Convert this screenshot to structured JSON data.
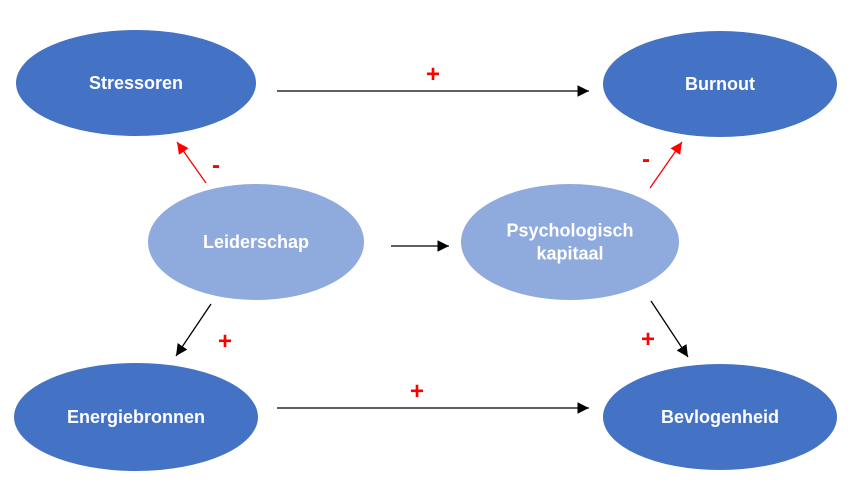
{
  "colors": {
    "dark_node": "#4472c4",
    "light_node": "#8faadc",
    "node_text": "#ffffff",
    "positive_arrow": "#000000",
    "negative_arrow": "#ff0000",
    "sign_text": "#ff0000"
  },
  "nodes": {
    "stressoren": {
      "label_lines": [
        "Stressoren"
      ]
    },
    "burnout": {
      "label_lines": [
        "Burnout"
      ]
    },
    "leiderschap": {
      "label_lines": [
        "Leiderschap"
      ]
    },
    "psychologisch_kapitaal": {
      "label_lines": [
        "Psychologisch",
        "kapitaal"
      ]
    },
    "energiebronnen": {
      "label_lines": [
        "Energiebronnen"
      ]
    },
    "bevlogenheid": {
      "label_lines": [
        "Bevlogenheid"
      ]
    }
  },
  "relations": [
    {
      "id": "stressoren-burnout",
      "from": "stressoren",
      "to": "burnout",
      "sign": "+"
    },
    {
      "id": "leiderschap-stressoren",
      "from": "leiderschap",
      "to": "stressoren",
      "sign": "-"
    },
    {
      "id": "leiderschap-psychologisch_kapitaal",
      "from": "leiderschap",
      "to": "psychologisch_kapitaal",
      "sign": ""
    },
    {
      "id": "psychologisch_kapitaal-burnout",
      "from": "psychologisch_kapitaal",
      "to": "burnout",
      "sign": "-"
    },
    {
      "id": "leiderschap-energiebronnen",
      "from": "leiderschap",
      "to": "energiebronnen",
      "sign": "+"
    },
    {
      "id": "psychologisch_kapitaal-bevlogenheid",
      "from": "psychologisch_kapitaal",
      "to": "bevlogenheid",
      "sign": "+"
    },
    {
      "id": "energiebronnen-bevlogenheid",
      "from": "energiebronnen",
      "to": "bevlogenheid",
      "sign": "+"
    }
  ]
}
